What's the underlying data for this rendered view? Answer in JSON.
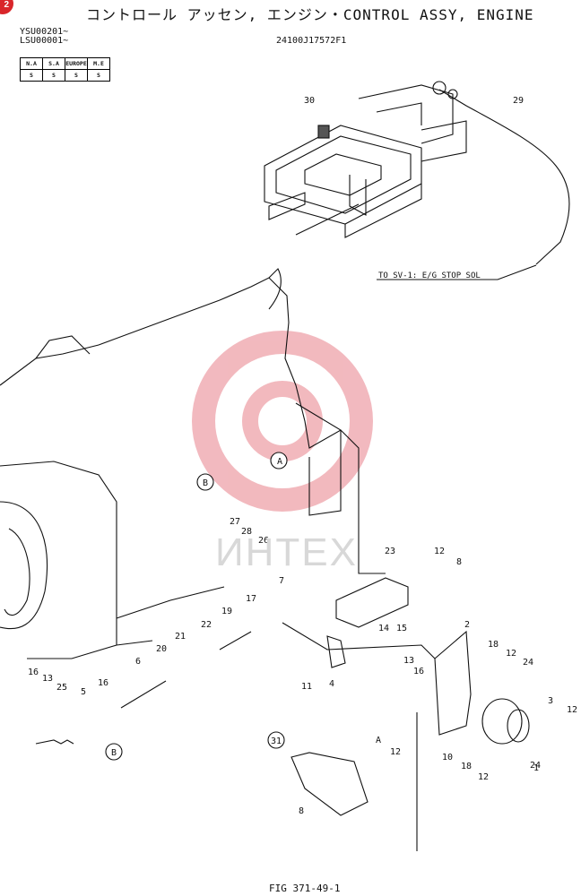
{
  "header": {
    "title": "コントロール アッセン, エンジン・CONTROL ASSY, ENGINE",
    "serial_1": "YSU00201~",
    "serial_2": "LSU00001~",
    "part_number": "24100J17572F1"
  },
  "regions_table": {
    "headers": [
      "N.A",
      "S.A",
      "EUROPE",
      "M.E"
    ],
    "values": [
      "S",
      "S",
      "S",
      "S"
    ]
  },
  "note": "TO SV-1: E/G STOP SOL",
  "callouts": [
    "30",
    "29",
    "A",
    "B",
    "27",
    "28",
    "26",
    "23",
    "12",
    "8",
    "7",
    "17",
    "19",
    "22",
    "21",
    "20",
    "6",
    "14",
    "15",
    "2",
    "18",
    "12",
    "24",
    "11",
    "4",
    "13",
    "16",
    "16",
    "13",
    "25",
    "5",
    "16",
    "B",
    "31",
    "A",
    "12",
    "8",
    "3",
    "12",
    "10",
    "18",
    "12",
    "24",
    "1"
  ],
  "watermark": {
    "text": "ИНТЕХ",
    "gear_color": "#e8808a"
  },
  "corner_badge": "2",
  "figure_label": "FIG 371-49-1"
}
